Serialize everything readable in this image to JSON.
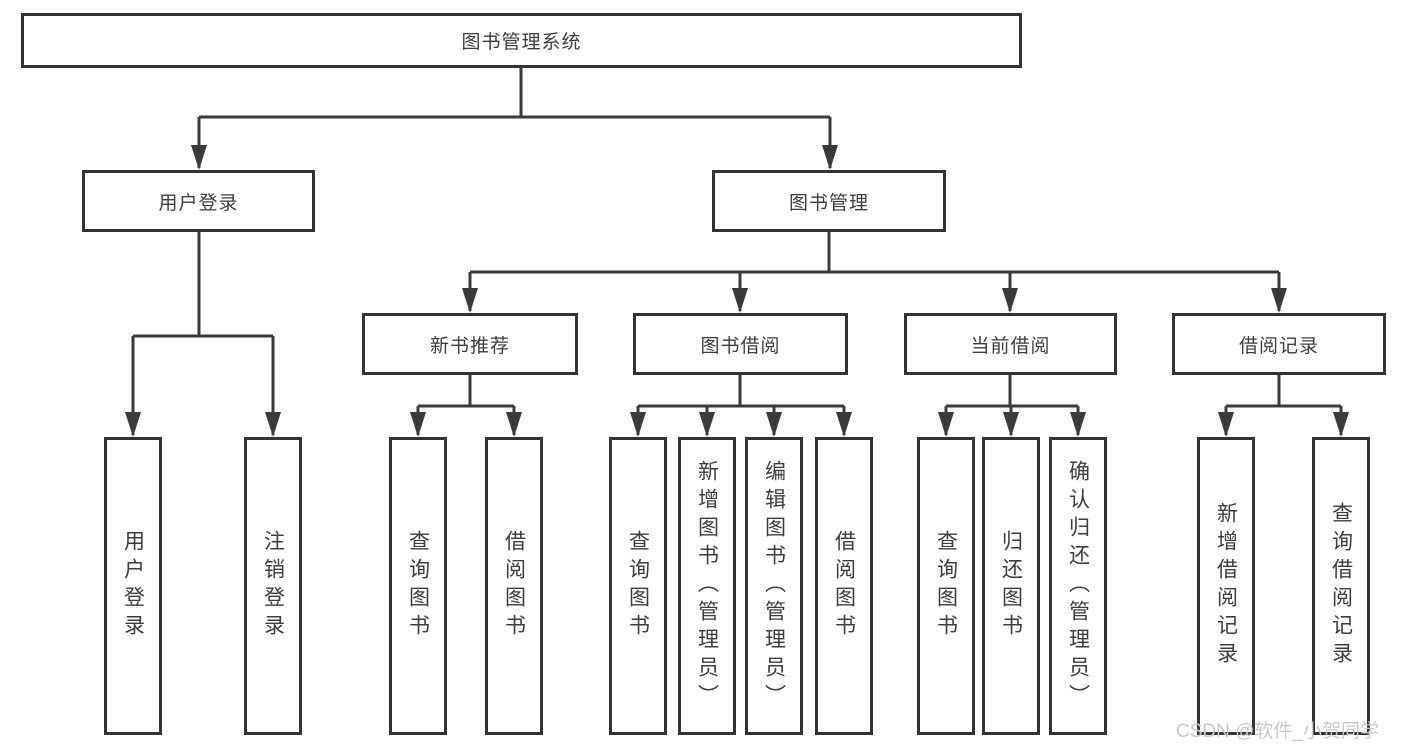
{
  "tree": {
    "root": "图书管理系统",
    "children": [
      {
        "label": "用户登录",
        "children": [
          "用户登录",
          "注销登录"
        ]
      },
      {
        "label": "图书管理",
        "children": [
          {
            "label": "新书推荐",
            "children": [
              "查询图书",
              "借阅图书"
            ]
          },
          {
            "label": "图书借阅",
            "children": [
              "查询图书",
              "新增图书（管理员）",
              "编辑图书（管理员）",
              "借阅图书"
            ]
          },
          {
            "label": "当前借阅",
            "children": [
              "查询图书",
              "归还图书",
              "确认归还（管理员）"
            ]
          },
          {
            "label": "借阅记录",
            "children": [
              "新增借阅记录",
              "查询借阅记录"
            ]
          }
        ]
      }
    ]
  },
  "watermark": {
    "text": "CSDN @软件_小贺同学"
  },
  "colors": {
    "box_border": "#333333",
    "text": "#3d3d3d",
    "connector": "#3a3a3a",
    "watermark": "#c9c9c9",
    "background": "#ffffff"
  }
}
